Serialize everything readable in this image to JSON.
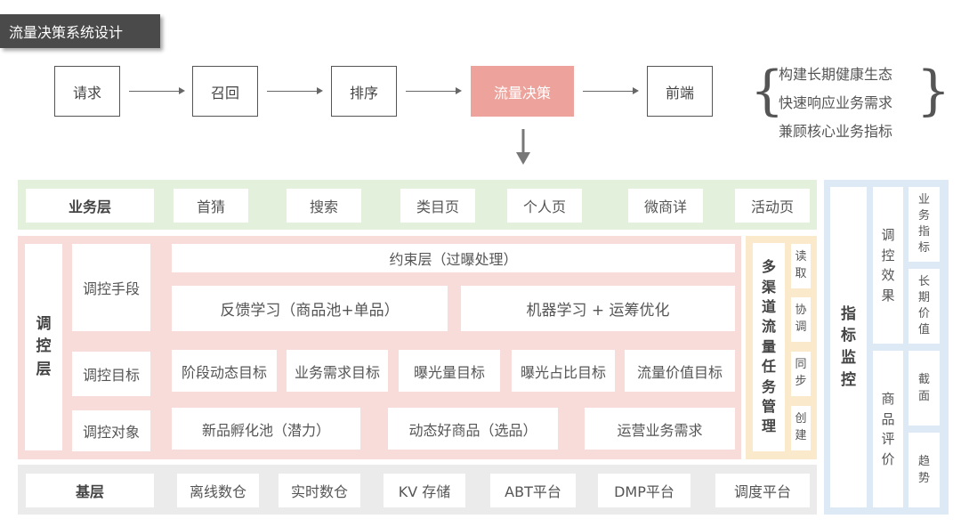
{
  "title": "流量决策系统设计",
  "flow": {
    "steps": [
      "请求",
      "召回",
      "排序",
      "流量决策",
      "前端"
    ],
    "goals": [
      "构建长期健康生态",
      "快速响应业务需求",
      "兼顾核心业务指标"
    ]
  },
  "business_layer": {
    "label": "业务层",
    "items": [
      "首猜",
      "搜索",
      "类目页",
      "个人页",
      "微商详",
      "活动页"
    ]
  },
  "control_layer": {
    "label": "调控层",
    "means": {
      "label": "调控手段",
      "constraint": "约束层（过曝处理）",
      "feedback": "反馈学习（商品池+单品）",
      "ml": "机器学习 + 运筹优化"
    },
    "targets": {
      "label": "调控目标",
      "items": [
        "阶段动态目标",
        "业务需求目标",
        "曝光量目标",
        "曝光占比目标",
        "流量价值目标"
      ]
    },
    "objects": {
      "label": "调控对象",
      "items": [
        "新品孵化池（潜力）",
        "动态好商品（选品）",
        "运营业务需求"
      ]
    }
  },
  "task_mgmt": {
    "label": "多渠道流量任务管理",
    "ops": [
      "读取",
      "协调",
      "同步",
      "创建"
    ]
  },
  "base_layer": {
    "label": "基层",
    "items": [
      "离线数仓",
      "实时数仓",
      "KV 存储",
      "ABT平台",
      "DMP平台",
      "调度平台"
    ]
  },
  "monitor": {
    "label": "指标监控",
    "control_effect": {
      "label": "调控效果",
      "items": [
        "业务指标",
        "长期价值"
      ]
    },
    "product_eval": {
      "label": "商品评价",
      "items": [
        "截面",
        "趋势"
      ]
    }
  },
  "colors": {
    "highlight": "#eda39b",
    "business_bg": "#e3f0dc",
    "control_bg": "#f8dcda",
    "task_bg": "#fbe9cc",
    "base_bg": "#ebebeb",
    "monitor_bg": "#dde9f5"
  }
}
